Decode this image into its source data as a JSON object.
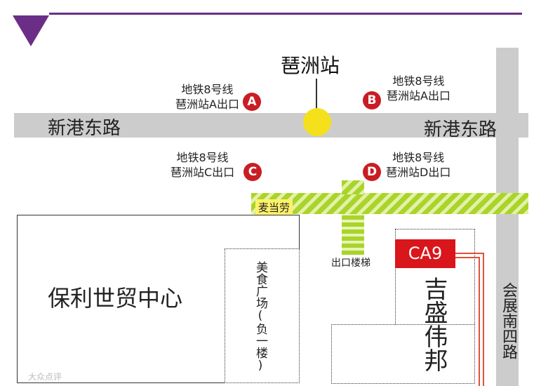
{
  "station": {
    "name": "琶洲站"
  },
  "roads": {
    "horizontal": "新港东路",
    "vertical": "会展南四路"
  },
  "exits": [
    {
      "letter": "A",
      "line1": "地铁8号线",
      "line2": "琶洲站A出口"
    },
    {
      "letter": "B",
      "line1": "地铁8号线",
      "line2": "琶洲站A出口"
    },
    {
      "letter": "C",
      "line1": "地铁8号线",
      "line2": "琶洲站C出口"
    },
    {
      "letter": "D",
      "line1": "地铁8号线",
      "line2": "琶洲站D出口"
    }
  ],
  "landmarks": {
    "mcdonalds": "麦当劳",
    "exit_stairs": "出口楼梯",
    "poly_center": "保利世贸中心",
    "food_court": "美食广场(负一楼)",
    "ca9": "CA9",
    "jisheng": "吉盛伟邦"
  },
  "watermark": "大众点评",
  "colors": {
    "road": "#cccccc",
    "exit_badge": "#c91d24",
    "station_dot": "#f5e11b",
    "accent_purple": "#6b2e87",
    "stripe_green": "#a9d42a",
    "ca9_red": "#d9161c"
  }
}
